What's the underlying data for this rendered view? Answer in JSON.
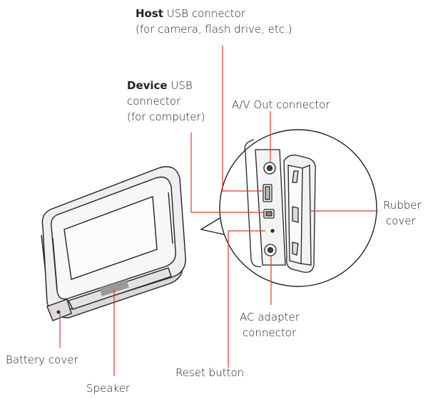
{
  "labels": {
    "host_bold": "Host",
    "host_rest": " USB connector",
    "host_line2": "(for camera, flash drive, etc.)",
    "device_bold": "Device",
    "device_rest": " USB",
    "device_line2": "connector",
    "device_line3": "(for computer)",
    "av_out": "A/V Out connector",
    "rubber_line1": "Rubber",
    "rubber_line2": "cover",
    "ac_line1": "AC adapter",
    "ac_line2": "connector",
    "battery_cover": "Battery cover",
    "reset_button": "Reset button",
    "speaker": "Speaker"
  },
  "colors": {
    "leader_line": "#e03a2f",
    "outline": "#222222",
    "body_fill": "#e8e8e8",
    "label_text": "#222222"
  }
}
